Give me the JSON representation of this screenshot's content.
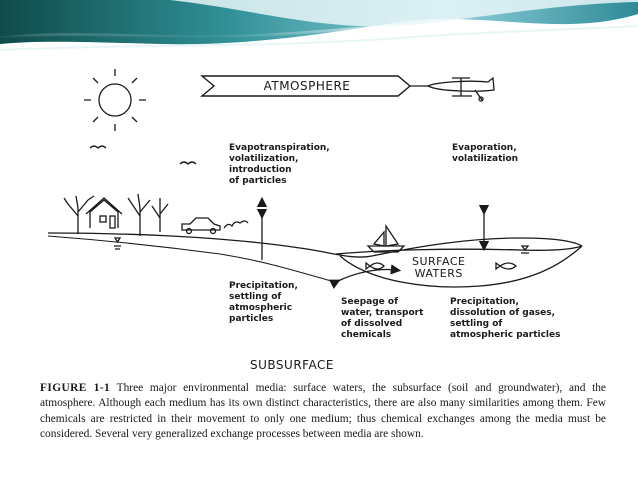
{
  "figure": {
    "atmosphere_label": "ATMOSPHERE",
    "surface_waters_label": "SURFACE\nWATERS",
    "subsurface_label": "SUBSURFACE",
    "evapotranspiration_label": "Evapotranspiration,\nvolatilization,\nintroduction\nof particles",
    "evaporation_label": "Evaporation,\nvolatilization",
    "precipitation_left_label": "Precipitation,\nsettling of\natmospheric\nparticles",
    "seepage_label": "Seepage of\nwater, transport\nof dissolved\nchemicals",
    "precipitation_right_label": "Precipitation,\ndissolution of gases,\nsettling of\natmospheric particles"
  },
  "caption": {
    "figure_number": "FIGURE 1-1",
    "text": "Three major environmental media: surface waters, the subsurface (soil and groundwater), and the atmosphere. Although each medium has its own distinct characteristics, there are also many similarities among them. Few chemicals are restricted in their movement to only one medium; thus chemical exchanges among the media must be considered. Several very generalized exchange processes between media are shown."
  }
}
